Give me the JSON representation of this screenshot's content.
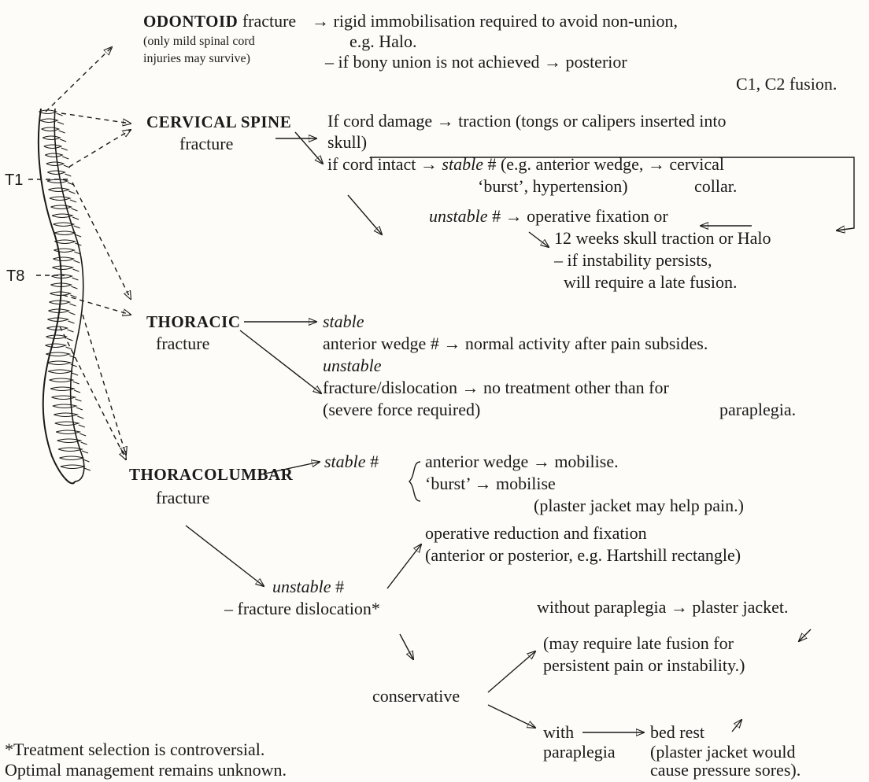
{
  "spine": {
    "label_t1": "T1",
    "label_t8": "T8"
  },
  "odontoid": {
    "title": "ODONTOID",
    "title_suffix": " fracture",
    "note_1": "(only mild spinal cord",
    "note_2": "injuries may survive)",
    "line_1": "→ rigid immobilisation required to avoid non-union,",
    "line_2": "e.g. Halo.",
    "line_3": "–  if bony union is not achieved → posterior",
    "line_4": "C1, C2 fusion."
  },
  "cervical": {
    "title": "CERVICAL SPINE",
    "title_2": "fracture",
    "line_1": "If cord damage → traction (tongs or calipers inserted into",
    "line_2": "skull)",
    "line_3a": "if cord intact → ",
    "line_3b": "stable",
    "line_3c": " # (e.g. anterior wedge, → cervical",
    "line_4a": "‘burst’, hypertension)",
    "line_4b": "collar.",
    "unstable_a": "unstable",
    "unstable_b": " # → operative fixation or",
    "line_6": "12 weeks skull traction or Halo",
    "line_7": "– if instability persists,",
    "line_8": "will require a late fusion."
  },
  "thoracic": {
    "title": "THORACIC",
    "title_2": "fracture",
    "stable": "stable",
    "line_2": "anterior wedge # → normal activity after pain subsides.",
    "unstable": "unstable",
    "line_4": "fracture/dislocation → no treatment other than for",
    "line_5a": "(severe force required)",
    "line_5b": "paraplegia."
  },
  "thoracolumbar": {
    "title": "THORACOLUMBAR",
    "title_2": "fracture",
    "stable_a": "stable",
    "stable_b": " #",
    "brace_1": "anterior wedge → mobilise.",
    "brace_2": "‘burst’ → mobilise",
    "brace_3": "(plaster jacket may help pain.)",
    "op_1": "operative reduction and fixation",
    "op_2": "(anterior or posterior, e.g. Hartshill rectangle)",
    "unstable_a": "unstable",
    "unstable_b": " #",
    "unstable_2": "– fracture dislocation*",
    "conservative": "conservative",
    "without": "without paraplegia → plaster jacket.",
    "late_1": "(may require late fusion for",
    "late_2": "persistent pain or instability.)",
    "with_1": "with",
    "with_2": "paraplegia",
    "bed_1": "bed rest",
    "bed_2": "(plaster jacket would",
    "bed_3": "cause pressure sores)."
  },
  "footnote": {
    "line_1": "*Treatment selection is controversial.",
    "line_2": "Optimal management remains unknown."
  }
}
